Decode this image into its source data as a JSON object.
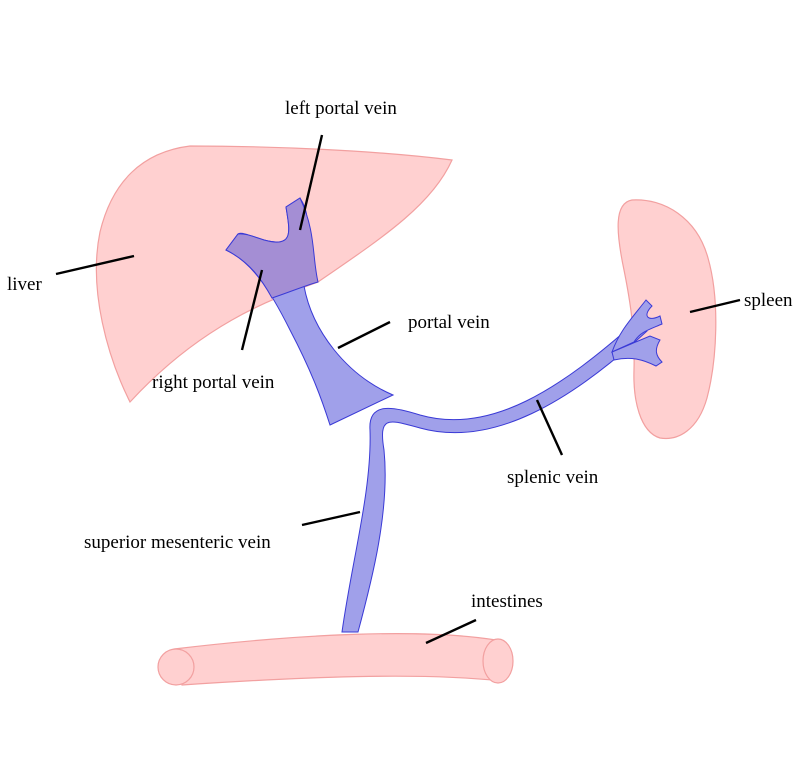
{
  "colors": {
    "organ_fill": "#ffd0d0",
    "organ_stroke": "#f2a0a0",
    "vein_fill": "#a0a0ea",
    "vein_stroke": "#3a3ad6",
    "overlap_fill": "#a48ed4"
  },
  "labels": {
    "left_portal_vein": "left portal vein",
    "liver": "liver",
    "right_portal_vein": "right portal vein",
    "portal_vein": "portal vein",
    "spleen": "spleen",
    "splenic_vein": "splenic vein",
    "superior_mesenteric_vein": "superior mesenteric vein",
    "intestines": "intestines"
  }
}
